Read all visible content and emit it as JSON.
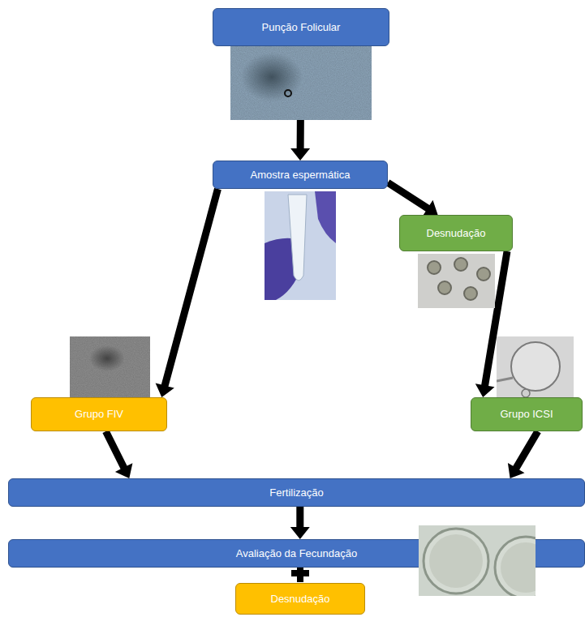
{
  "diagram": {
    "nodes": [
      {
        "text": [
          "Punção Folicular"
        ]
      },
      {
        "text": [
          "Amostra espermática"
        ]
      },
      {
        "text": [
          "Desnudação"
        ]
      },
      {
        "text": [
          "Grupo FIV"
        ]
      },
      {
        "text": [
          "Grupo ICSI"
        ]
      },
      {
        "text": [
          "Fertilização"
        ]
      },
      {
        "text": [
          "Avaliação da Fecundação"
        ]
      },
      {
        "text": [
          "Desnudação"
        ]
      }
    ],
    "edges": [
      {
        "from": 0,
        "to": 1,
        "arrow": "to"
      },
      {
        "from": 1,
        "to": 3,
        "arrow": "to"
      },
      {
        "from": 1,
        "to": 2,
        "arrow": "to"
      },
      {
        "from": 2,
        "to": 4,
        "arrow": "to"
      },
      {
        "from": 3,
        "to": 5,
        "arrow": "to"
      },
      {
        "from": 4,
        "to": 5,
        "arrow": "to"
      },
      {
        "from": 5,
        "to": 6,
        "arrow": "to"
      }
    ]
  }
}
